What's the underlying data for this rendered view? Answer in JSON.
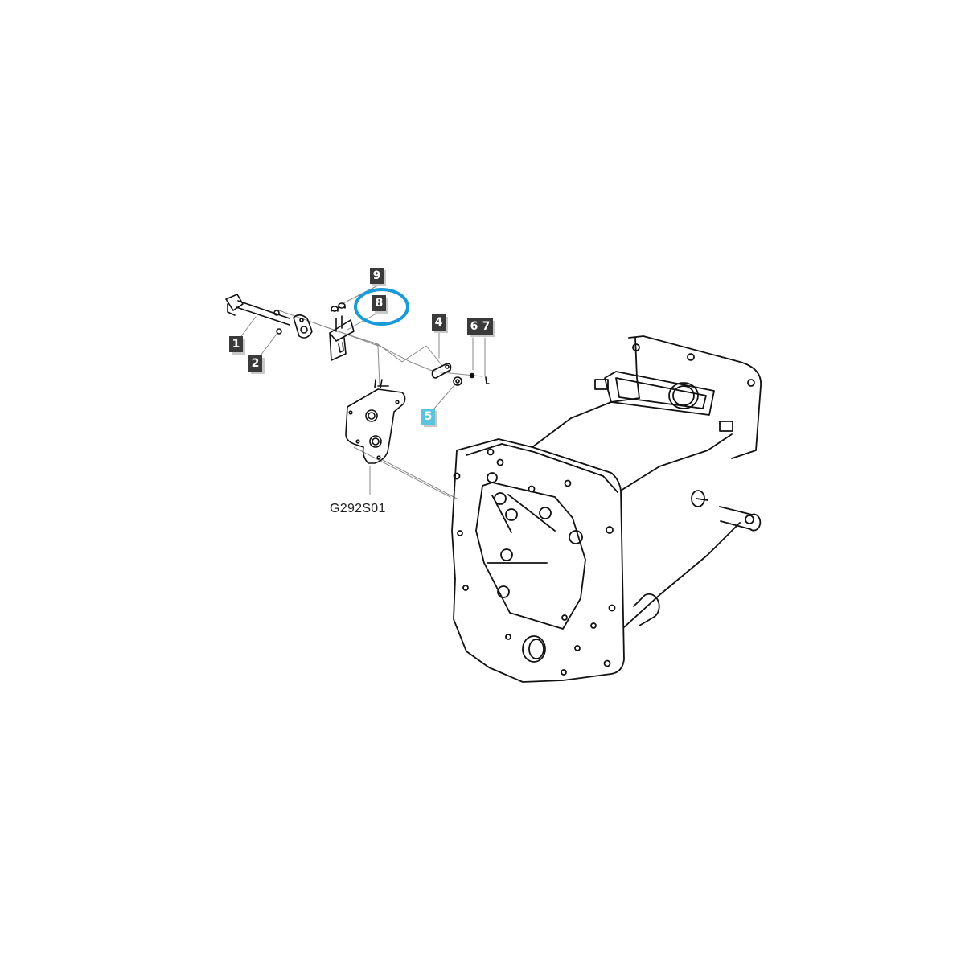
{
  "diagram": {
    "type": "exploded-parts-view",
    "subject": "transmission housing with shift linkage components",
    "colors": {
      "callout_bg": "#3a3a3a",
      "callout_highlight_bg": "#5bc4dc",
      "highlight_ring": "#1a9ad6",
      "line_art": "#111111",
      "leader_line": "#888888"
    },
    "callouts": [
      {
        "id": "1",
        "label": "1",
        "highlighted": false
      },
      {
        "id": "2",
        "label": "2",
        "highlighted": false
      },
      {
        "id": "4",
        "label": "4",
        "highlighted": false
      },
      {
        "id": "5",
        "label": "5",
        "highlighted": true
      },
      {
        "id": "6",
        "label": "6",
        "highlighted": false
      },
      {
        "id": "7",
        "label": "7",
        "highlighted": false
      },
      {
        "id": "8",
        "label": "8",
        "highlighted": false,
        "circled": true
      },
      {
        "id": "9",
        "label": "9",
        "highlighted": false
      }
    ],
    "reference_label": "G292S01"
  }
}
